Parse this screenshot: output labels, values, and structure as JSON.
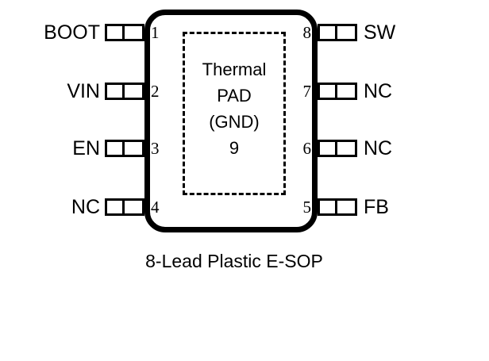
{
  "package": {
    "thermal_pad": {
      "line1": "Thermal",
      "line2": "PAD",
      "line3": "(GND)",
      "line4": "9"
    },
    "pins": {
      "left": [
        {
          "number": "1",
          "label": "BOOT"
        },
        {
          "number": "2",
          "label": "VIN"
        },
        {
          "number": "3",
          "label": "EN"
        },
        {
          "number": "4",
          "label": "NC"
        }
      ],
      "right": [
        {
          "number": "8",
          "label": "SW"
        },
        {
          "number": "7",
          "label": "NC"
        },
        {
          "number": "6",
          "label": "NC"
        },
        {
          "number": "5",
          "label": "FB"
        }
      ]
    }
  },
  "caption": "8-Lead Plastic E-SOP",
  "colors": {
    "line": "#000000",
    "background": "#ffffff"
  }
}
